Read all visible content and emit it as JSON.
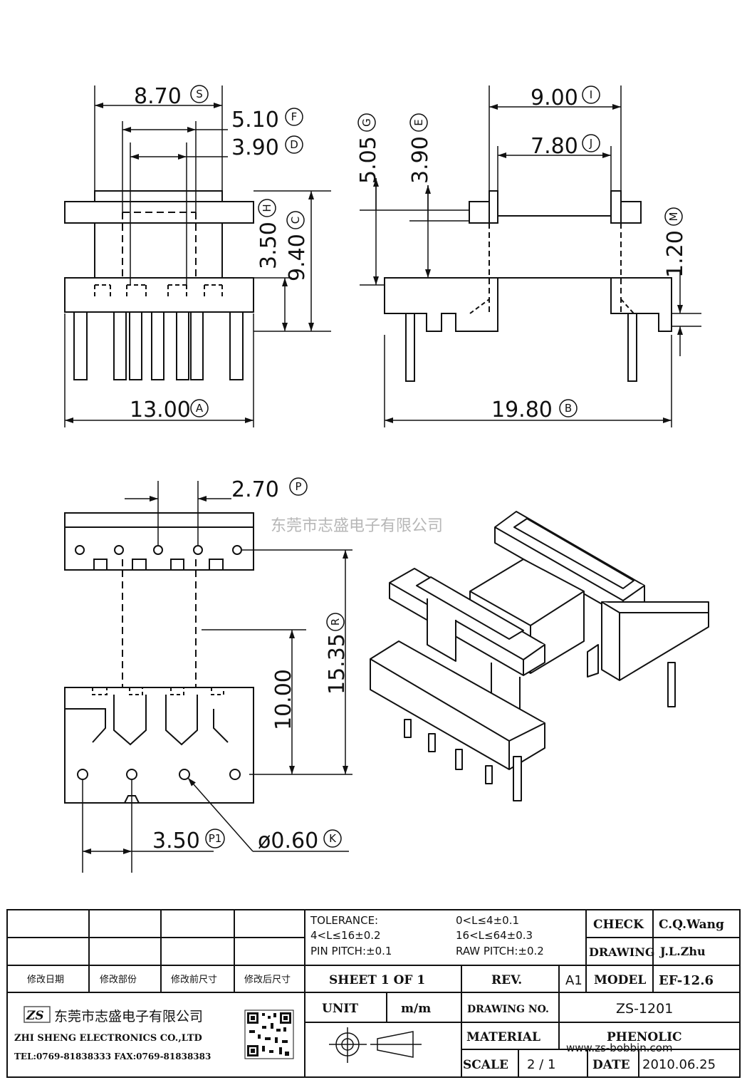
{
  "watermark": "东莞市志盛电子有限公司",
  "watermark_url": "www.zs-bobbin.com",
  "front_view": {
    "dims": {
      "s": {
        "value": "8.70",
        "code": "S"
      },
      "f": {
        "value": "5.10",
        "code": "F"
      },
      "d": {
        "value": "3.90",
        "code": "D"
      },
      "h": {
        "value": "3.50",
        "code": "H"
      },
      "c": {
        "value": "9.40",
        "code": "C"
      },
      "a": {
        "value": "13.00",
        "code": "A"
      }
    }
  },
  "side_view": {
    "dims": {
      "g": {
        "value": "5.05",
        "code": "G"
      },
      "e": {
        "value": "3.90",
        "code": "E"
      },
      "i": {
        "value": "9.00",
        "code": "I"
      },
      "j": {
        "value": "7.80",
        "code": "J"
      },
      "m": {
        "value": "1.20",
        "code": "M"
      },
      "b": {
        "value": "19.80",
        "code": "B"
      }
    }
  },
  "bottom_view": {
    "dims": {
      "p": {
        "value": "2.70",
        "code": "P"
      },
      "r": {
        "value": "15.35",
        "code": "R"
      },
      "ten": {
        "value": "10.00"
      },
      "p1": {
        "value": "3.50",
        "code": "P1"
      },
      "k": {
        "value": "ø0.60",
        "code": "K"
      }
    }
  },
  "title_block": {
    "revision_headers": [
      "修改日期",
      "修改部份",
      "修改前尺寸",
      "修改后尺寸"
    ],
    "tolerance": {
      "line1_left": "TOLERANCE:",
      "line1_right": "0<L≤4±0.1",
      "line2_left": "4<L≤16±0.2",
      "line2_right": "16<L≤64±0.3",
      "line3_left": "PIN PITCH:±0.1",
      "line3_right": "RAW PITCH:±0.2"
    },
    "check_label": "CHECK",
    "check_value": "C.Q.Wang",
    "drawing_label": "DRAWING",
    "drawing_value": "J.L.Zhu",
    "sheet": "SHEET  1  OF  1",
    "rev_label": "REV.",
    "rev_value": "A1",
    "model_label": "MODEL",
    "model_value": "EF-12.6",
    "company_cn": "东莞市志盛电子有限公司",
    "company_en": "ZHI SHENG  ELECTRONICS CO.,LTD",
    "contact": "TEL:0769-81838333 FAX:0769-81838383",
    "logo": "ZS",
    "unit_label": "UNIT",
    "unit_value": "m/m",
    "drawing_no_label": "DRAWING  NO.",
    "drawing_no_value": "ZS-1201",
    "material_label": "MATERIAL",
    "material_value": "PHENOLIC",
    "scale_label": "SCALE",
    "scale_value": "2  /  1",
    "date_label": "DATE",
    "date_value": "2010.06.25"
  }
}
